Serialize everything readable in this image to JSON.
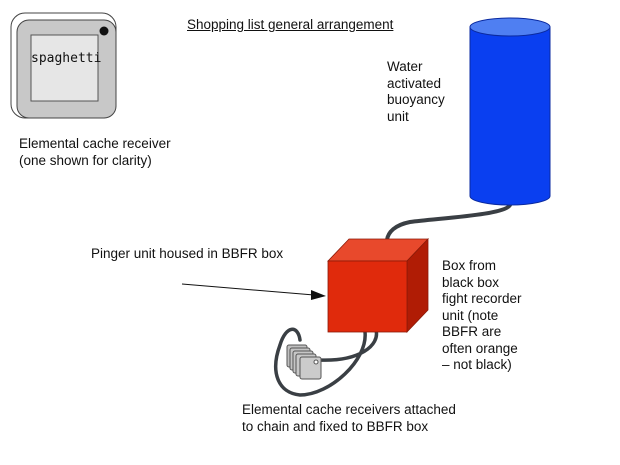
{
  "diagram": {
    "title": "Shopping list general arrangement",
    "receiver_card_text": "spaghetti",
    "labels": {
      "receiver": "Elemental cache receiver\n(one shown for clarity)",
      "buoyancy": "Water\nactivated\nbuoyancy\nunit",
      "pinger": "Pinger unit housed in BBFR box",
      "box": "Box from\nblack box\nfight recorder\nunit (note\nBBFR are\noften orange\n– not black)",
      "chain": "Elemental cache receivers attached\nto chain and fixed to BBFR box"
    },
    "colors": {
      "cylinder_body": "#0a3ff0",
      "cylinder_top": "#4f7ff2",
      "box_front": "#e02a0c",
      "box_top": "#e8492c",
      "box_side": "#b01c05",
      "cable": "#3a3f44",
      "receiver_fill": "#c8c8c8",
      "receiver_inner": "#e6e6e6"
    }
  }
}
